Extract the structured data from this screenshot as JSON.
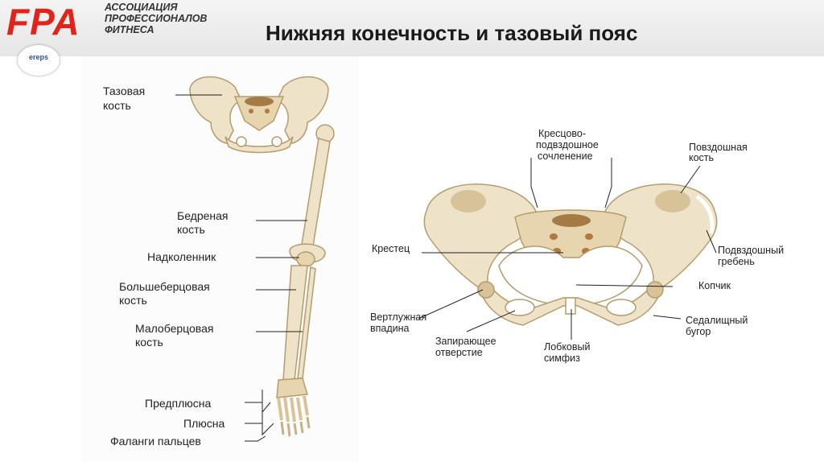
{
  "header": {
    "logo_text": "FPA",
    "association_lines": [
      "АССОЦИАЦИЯ",
      "ПРОФЕССИОНАЛОВ",
      "ФИТНЕСА"
    ],
    "title": "Нижняя конечность и тазовый пояс",
    "badge_text": "ereps",
    "accent_color": "#e2231a"
  },
  "leg_labels": {
    "pelvic_bone": [
      "Тазовая",
      "кость"
    ],
    "femur": [
      "Бедреная",
      "кость"
    ],
    "patella": "Надколенник",
    "tibia": [
      "Большеберцовая",
      "кость"
    ],
    "fibula": [
      "Малоберцовая",
      "кость"
    ],
    "tarsus": "Предплюсна",
    "metatarsus": "Плюсна",
    "phalanges": "Фаланги пальцев"
  },
  "pelvis_labels": {
    "sacroiliac_joint": [
      "Кресцово-",
      "подвздошное",
      "сочленение"
    ],
    "ilium": [
      "Повздошная",
      "кость"
    ],
    "sacrum": "Крестец",
    "iliac_crest": [
      "Подвздошный",
      "гребень"
    ],
    "coccyx": "Копчик",
    "acetabulum": [
      "Вертлужная",
      "впадина"
    ],
    "obturator_foramen": [
      "Запирающее",
      "отверстие"
    ],
    "pubic_symphysis": [
      "Лобковый",
      "симфиз"
    ],
    "ischial_tuberosity": [
      "Седалищный",
      "бугор"
    ]
  },
  "colors": {
    "bone": "#eee3c9",
    "bone_shade": "#d8c398",
    "bone_outline": "#b59c6c"
  }
}
